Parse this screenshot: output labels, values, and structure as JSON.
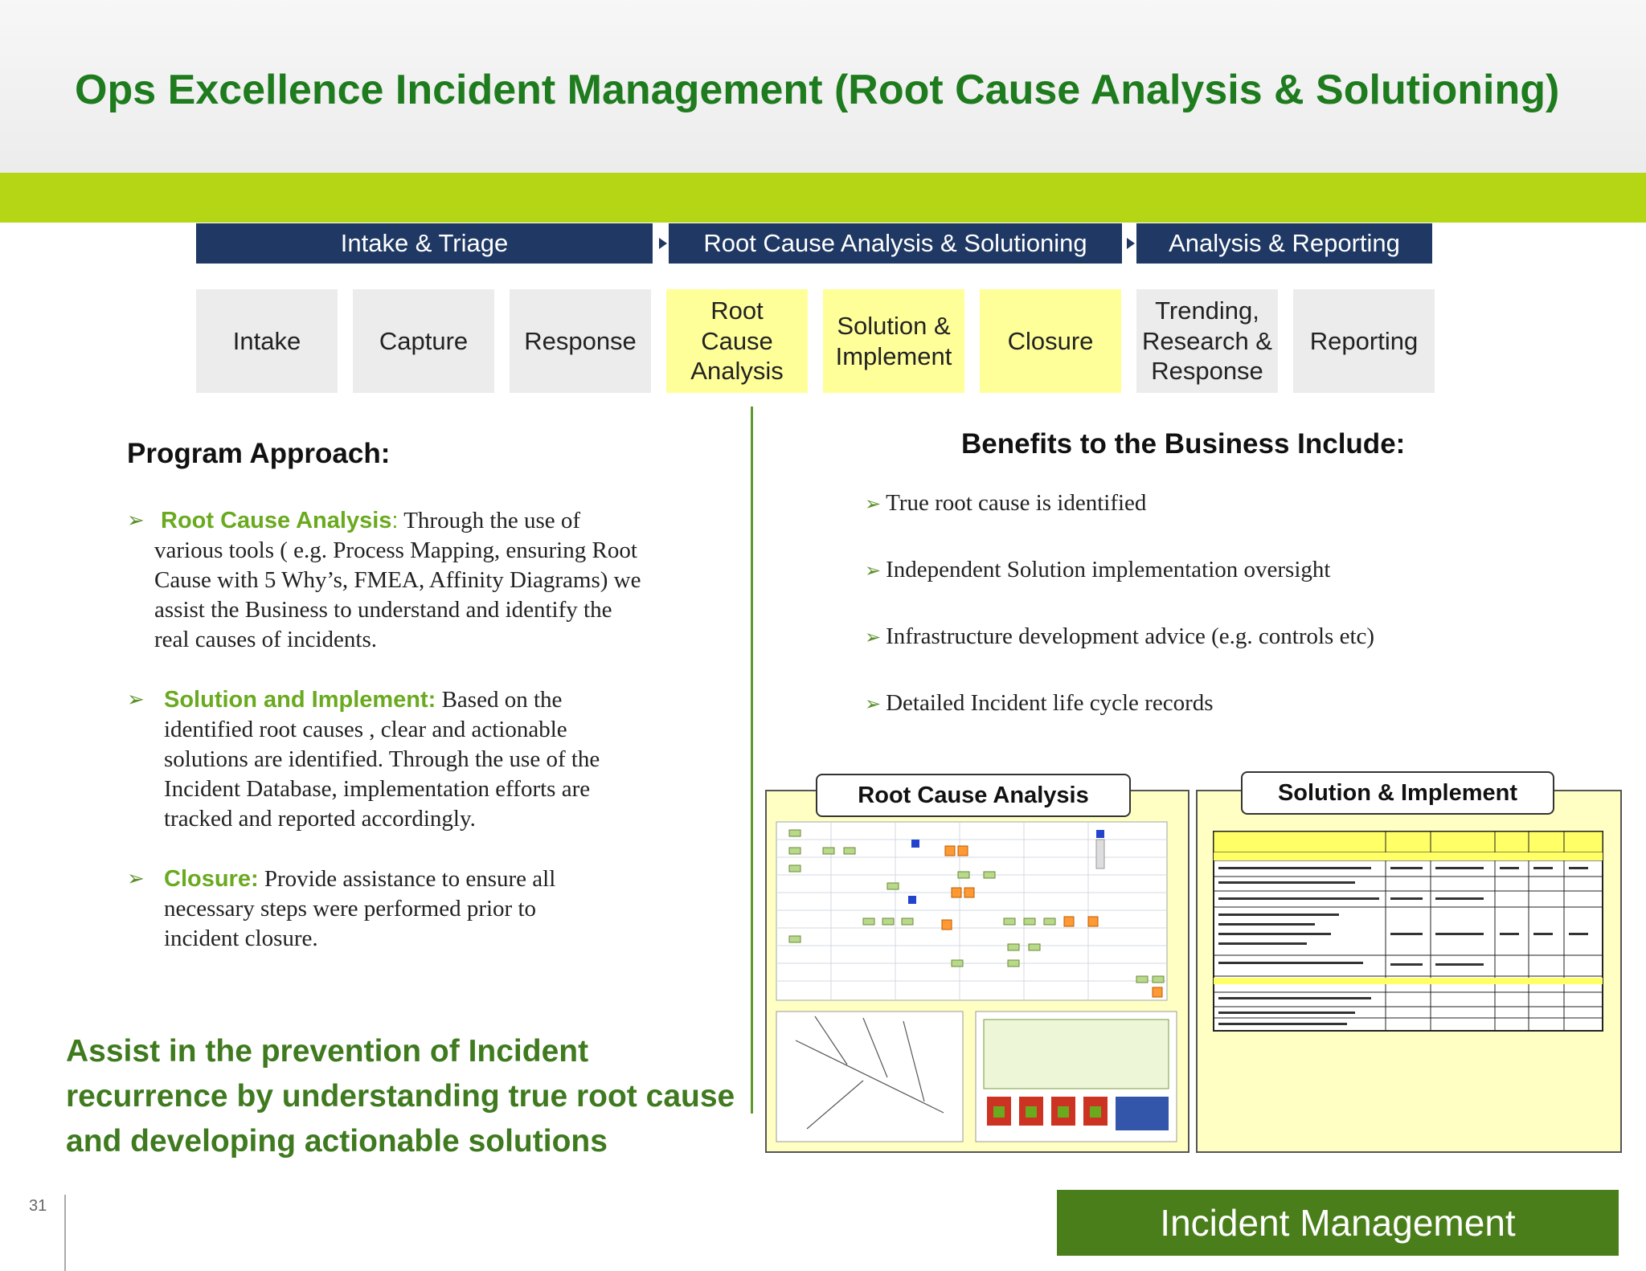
{
  "title": "Ops Excellence Incident Management (Root Cause Analysis & Solutioning)",
  "phases": [
    {
      "label": "Intake & Triage"
    },
    {
      "label": "Root Cause Analysis & Solutioning"
    },
    {
      "label": "Analysis & Reporting"
    }
  ],
  "steps": [
    {
      "label": "Intake",
      "highlighted": false
    },
    {
      "label": "Capture",
      "highlighted": false
    },
    {
      "label": "Response",
      "highlighted": false
    },
    {
      "label": "Root Cause Analysis",
      "highlighted": true
    },
    {
      "label": "Solution & Implement",
      "highlighted": true
    },
    {
      "label": "Closure",
      "highlighted": true
    },
    {
      "label": "Trending, Research & Response",
      "highlighted": false
    },
    {
      "label": "Reporting",
      "highlighted": false
    }
  ],
  "approach": {
    "heading": "Program Approach:",
    "items": [
      {
        "keyword": "Root Cause Analysis",
        "sep": ":",
        "text": " Through the use of various tools ( e.g. Process Mapping, ensuring Root Cause with 5 Why’s, FMEA, Affinity Diagrams) we assist the Business  to understand and identify the real causes of  incidents."
      },
      {
        "keyword": "Solution and Implement:",
        "sep": "",
        "text": " Based on the identified root causes , clear and actionable solutions are identified. Through the use of the Incident Database, implementation efforts are tracked and reported accordingly."
      },
      {
        "keyword": "Closure:",
        "sep": "",
        "text": " Provide assistance to ensure all necessary steps were performed prior to incident closure."
      }
    ]
  },
  "benefits": {
    "heading": "Benefits to the Business Include:",
    "items": [
      "True root cause is identified",
      "Independent Solution implementation oversight",
      "Infrastructure development advice (e.g. controls etc)",
      "Detailed Incident life cycle records"
    ]
  },
  "tagline": "Assist in the prevention of Incident recurrence by understanding true root cause and developing actionable solutions",
  "thumbnails": {
    "rca_tab": "Root Cause Analysis",
    "solution_tab": "Solution & Implement"
  },
  "page_number": "31",
  "footer": "Incident Management",
  "colors": {
    "title_green": "#1e7b1e",
    "lime_bar": "#b5d614",
    "phase_navy": "#1f3864",
    "highlight_yellow": "#ffff99",
    "keyword_green": "#6aaa1f",
    "footer_green": "#4a7e1a"
  }
}
